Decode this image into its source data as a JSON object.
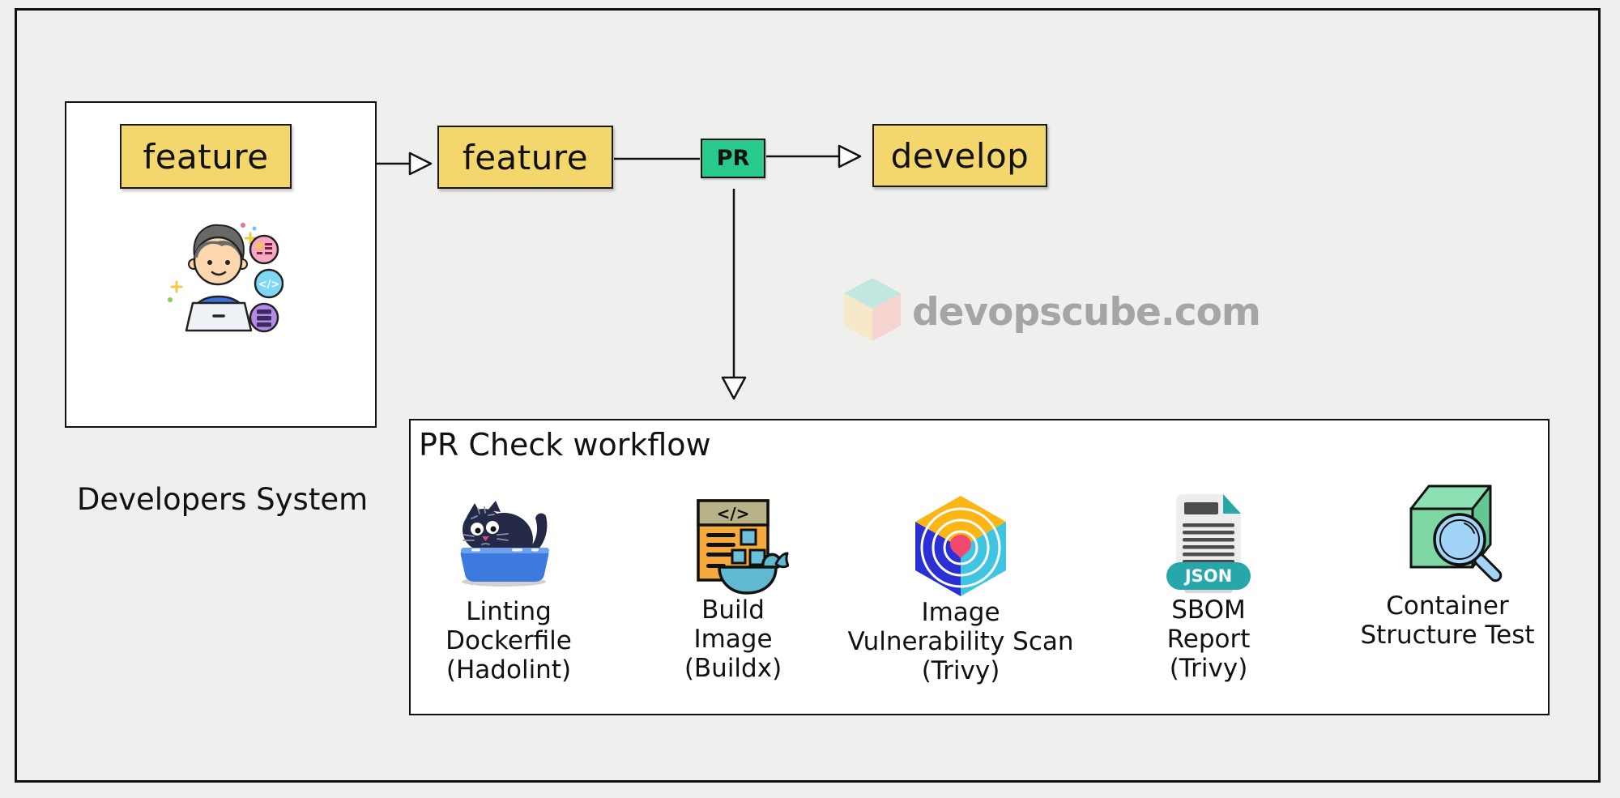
{
  "watermark": {
    "text": "devopscube.com"
  },
  "developers_system": {
    "title": "Developers System",
    "branch_label": "feature",
    "icon": "developer-at-laptop-icon"
  },
  "flow": {
    "feature_label": "feature",
    "pr_label": "PR",
    "develop_label": "develop"
  },
  "workflow": {
    "title": "PR Check workflow",
    "steps": [
      {
        "id": "lint",
        "icon": "hadolint-cat-icon",
        "lines": [
          "Linting",
          "Dockerfile",
          "(Hadolint)"
        ]
      },
      {
        "id": "build",
        "icon": "docker-buildx-icon",
        "lines": [
          "Build",
          "Image",
          "(Buildx)"
        ]
      },
      {
        "id": "scan",
        "icon": "trivy-cube-icon",
        "lines": [
          "Image",
          "Vulnerability Scan",
          "(Trivy)"
        ]
      },
      {
        "id": "sbom",
        "icon": "json-report-icon",
        "lines": [
          "SBOM",
          "Report",
          "(Trivy)"
        ]
      },
      {
        "id": "cst",
        "icon": "magnifier-box-icon",
        "lines": [
          "Container",
          "Structure Test"
        ]
      }
    ]
  },
  "icon_texts": {
    "code_tag": "</>",
    "json_badge": "JSON"
  },
  "colors": {
    "background": "#efefed",
    "branch_yellow": "#f3d66c",
    "pr_green": "#29cb8d",
    "box_white": "#ffffff",
    "line_black": "#111111",
    "watermark_gray": "#a2a2a2",
    "trivy_top": "#fdb515",
    "trivy_left": "#2b2fd6",
    "trivy_right": "#3fc4e2",
    "trivy_dot": "#f0486e",
    "whale_teal": "#5fb9cf",
    "doc_orange": "#f6a93d",
    "doc_khaki": "#b7b287",
    "json_teal": "#28a7ab",
    "cat_navy": "#232946",
    "tray_blue": "#3c7ade",
    "cube_green": "#7fd7a4",
    "glass_blue": "#a2d4f7"
  }
}
